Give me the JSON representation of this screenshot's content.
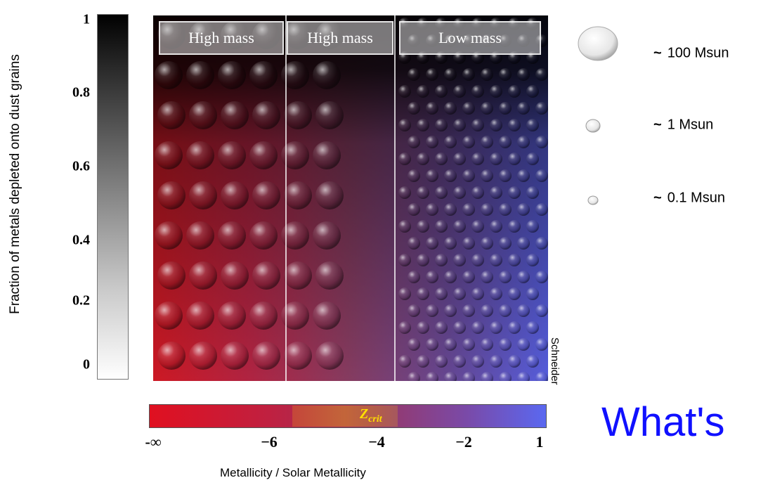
{
  "yaxis": {
    "label": "Fraction of metals depleted onto dust grains",
    "ticks": [
      "1",
      "0.8",
      "0.6",
      "0.4",
      "0.2",
      "0"
    ]
  },
  "regions": [
    "High mass",
    "High mass",
    "Low mass"
  ],
  "credit": "Schneider",
  "legend": [
    {
      "tilde": "~",
      "label": "100 Msun"
    },
    {
      "tilde": "~",
      "label": "1 Msun"
    },
    {
      "tilde": "~",
      "label": "0.1 Msun"
    }
  ],
  "colorbar": {
    "zcrit_main": "Z",
    "zcrit_sub": "crit",
    "ticks": [
      "-∞",
      "−6",
      "−4",
      "−2",
      "1"
    ]
  },
  "xaxis": {
    "label": "Metallicity / Solar Metallicity"
  },
  "headline": "What's",
  "colors": {
    "high_metal": "#5a62e8",
    "low_metal": "#d81a26",
    "question": "#1010ff"
  }
}
